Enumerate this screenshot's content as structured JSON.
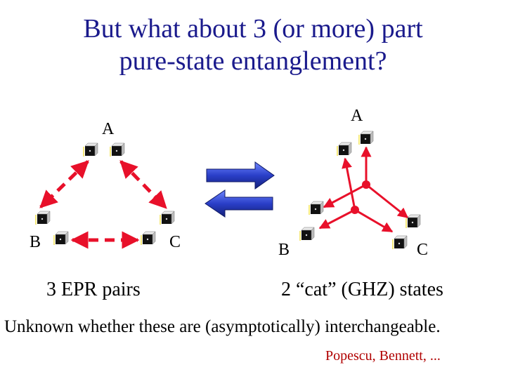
{
  "title": {
    "line1": "But what about 3 (or more) part",
    "line2": "pure-state entanglement?"
  },
  "left_diagram": {
    "label_a": "A",
    "label_b": "B",
    "label_c": "C",
    "caption": "3 EPR pairs"
  },
  "right_diagram": {
    "label_a": "A",
    "label_b": "B",
    "label_c": "C",
    "caption": "2 “cat” (GHZ) states"
  },
  "note": "Unknown whether these are (asymptotically) interchangeable.",
  "credit": "Popescu, Bennett, ...",
  "colors": {
    "title": "#1a1a8c",
    "entanglement_link": "#e8102a",
    "conversion_arrow": "#2a3fc8",
    "credit": "#b00000"
  }
}
